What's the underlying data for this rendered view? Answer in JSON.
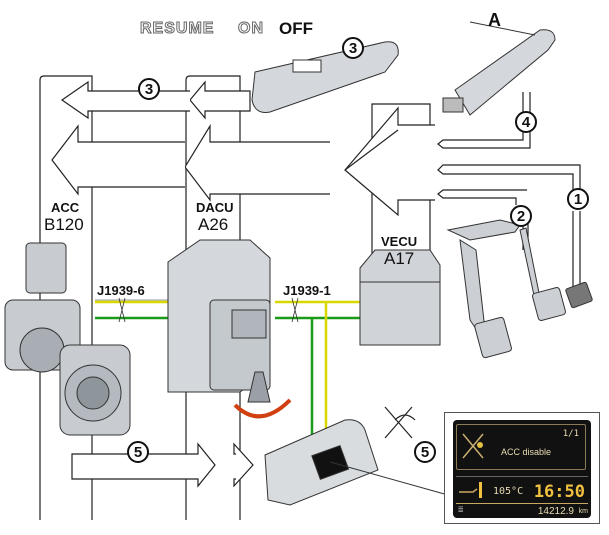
{
  "diagram": {
    "switch_labels": {
      "resume": "RESUME",
      "on": "ON",
      "off": "OFF"
    },
    "lever_label": "A",
    "units": [
      {
        "name": "ACC",
        "code": "B120"
      },
      {
        "name": "DACU",
        "code": "A26"
      },
      {
        "name": "VECU",
        "code": "A17"
      }
    ],
    "buses": [
      "J1939-6",
      "J1939-1"
    ],
    "callouts": [
      "1",
      "2",
      "3",
      "3",
      "4",
      "5",
      "5"
    ],
    "colors": {
      "bus_yellow": "#d8d800",
      "bus_green": "#1a9c1a",
      "arrow_red": "#d04010",
      "display_text": "#e8dcb0",
      "display_accent": "#f0c040"
    }
  },
  "display": {
    "page": "1/1",
    "message": "ACC disable",
    "temperature": "105°C",
    "time": "16:50",
    "odometer": "14212.9",
    "odometer_unit": "km"
  }
}
